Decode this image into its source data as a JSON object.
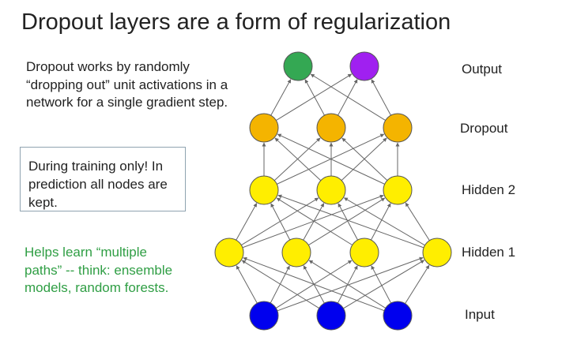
{
  "slide": {
    "title": "Dropout layers are a form of regularization",
    "description": "Dropout works by randomly “dropping out” unit activations in a network for a single gradient step.",
    "note": "During training only! In prediction all nodes are kept.",
    "green_note": "Helps learn “multiple paths” -- think: ensemble models, random forests."
  },
  "layers": {
    "output": {
      "label": "Output",
      "node_colors": [
        "#34a853",
        "#a020f0"
      ]
    },
    "dropout": {
      "label": "Dropout",
      "node_colors": [
        "#f4b400",
        "#f4b400",
        "#f4b400"
      ]
    },
    "hidden2": {
      "label": "Hidden 2",
      "node_colors": [
        "#ffee00",
        "#ffee00",
        "#ffee00"
      ]
    },
    "hidden1": {
      "label": "Hidden 1",
      "node_colors": [
        "#ffee00",
        "#ffee00",
        "#ffee00",
        "#ffee00"
      ]
    },
    "input": {
      "label": "Input",
      "node_colors": [
        "#0000ee",
        "#0000ee",
        "#0000ee"
      ]
    }
  },
  "colors": {
    "node_stroke": "#555555",
    "edge": "#666666",
    "green_text": "#2f9e44"
  }
}
